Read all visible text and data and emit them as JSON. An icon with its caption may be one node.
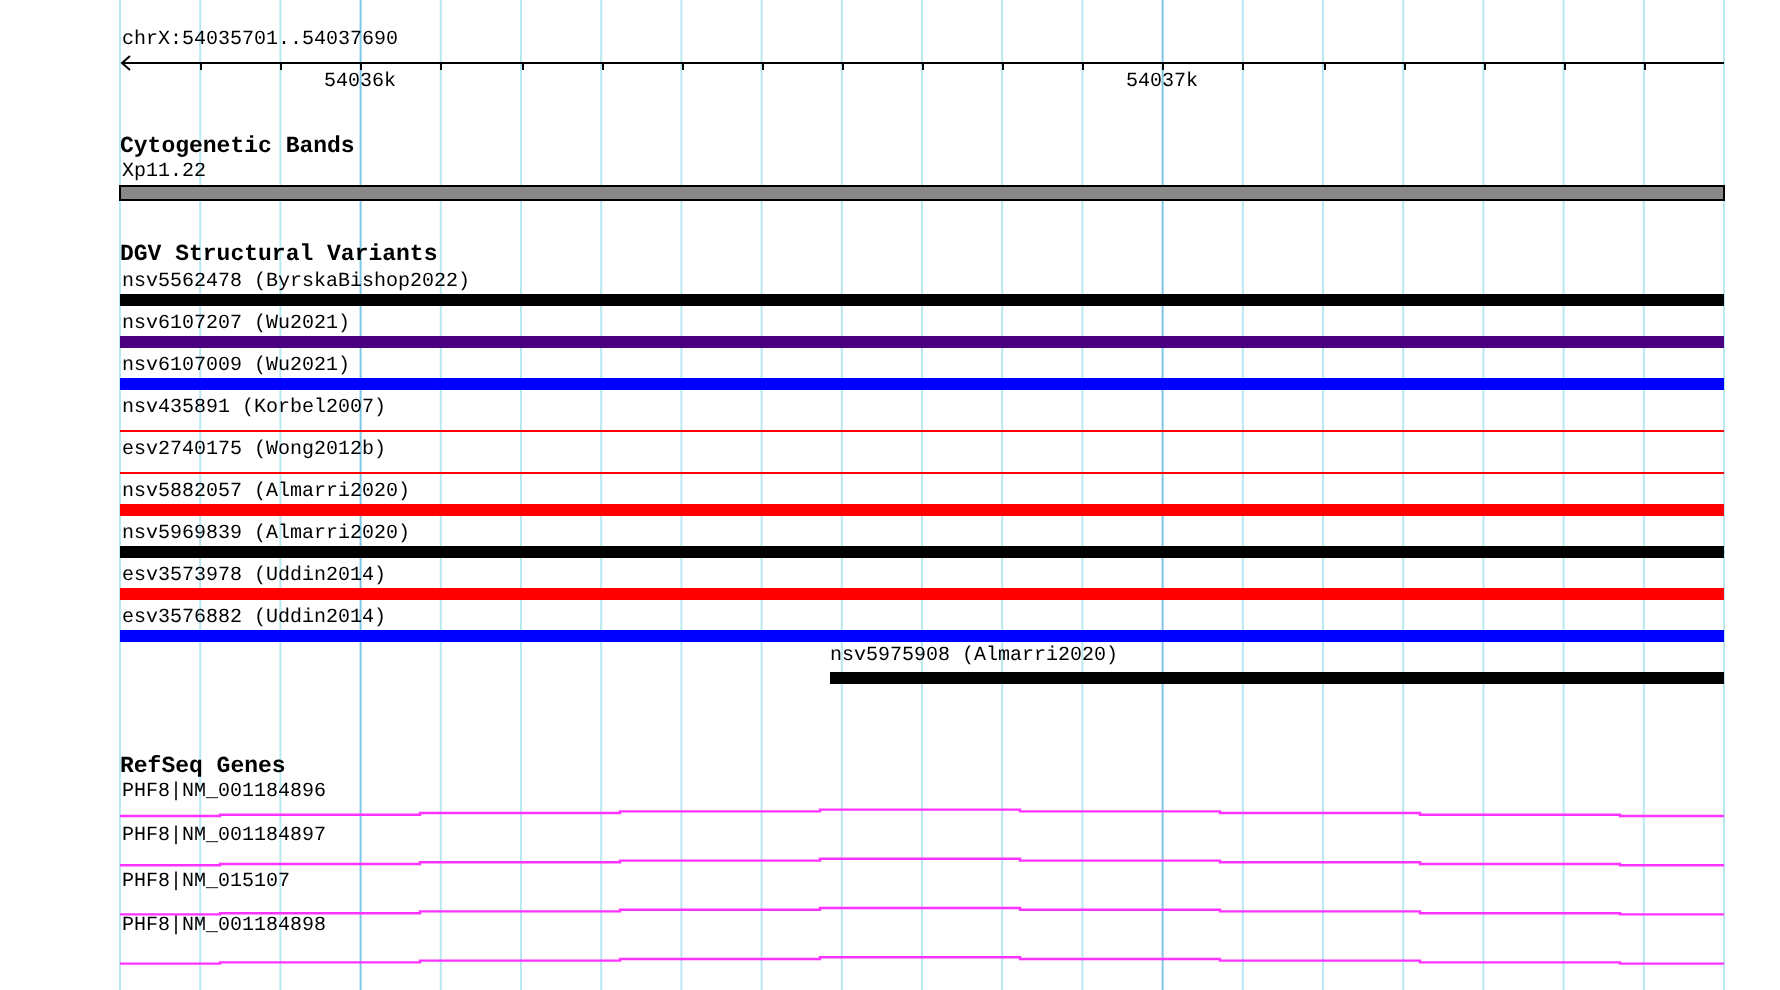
{
  "diagram": {
    "labels": [
      "chrX:54035701..54037690",
      "54036k",
      "54037k",
      "Cytogenetic Bands",
      "Xp11.22",
      "DGV Structural Variants",
      "nsv5562478 (ByrskaBishop2022)",
      "nsv6107207 (Wu2021)",
      "nsv6107009 (Wu2021)",
      "nsv435891 (Korbel2007)",
      "esv2740175 (Wong2012b)",
      "nsv5882057 (Almarri2020)",
      "nsv5969839 (Almarri2020)",
      "esv3573978 (Uddin2014)",
      "esv3576882 (Uddin2014)",
      "nsv5975908 (Almarri2020)",
      "RefSeq Genes",
      "PHF8|NM_001184896",
      "PHF8|NM_001184897",
      "PHF8|NM_015107",
      "PHF8|NM_001184898"
    ]
  }
}
